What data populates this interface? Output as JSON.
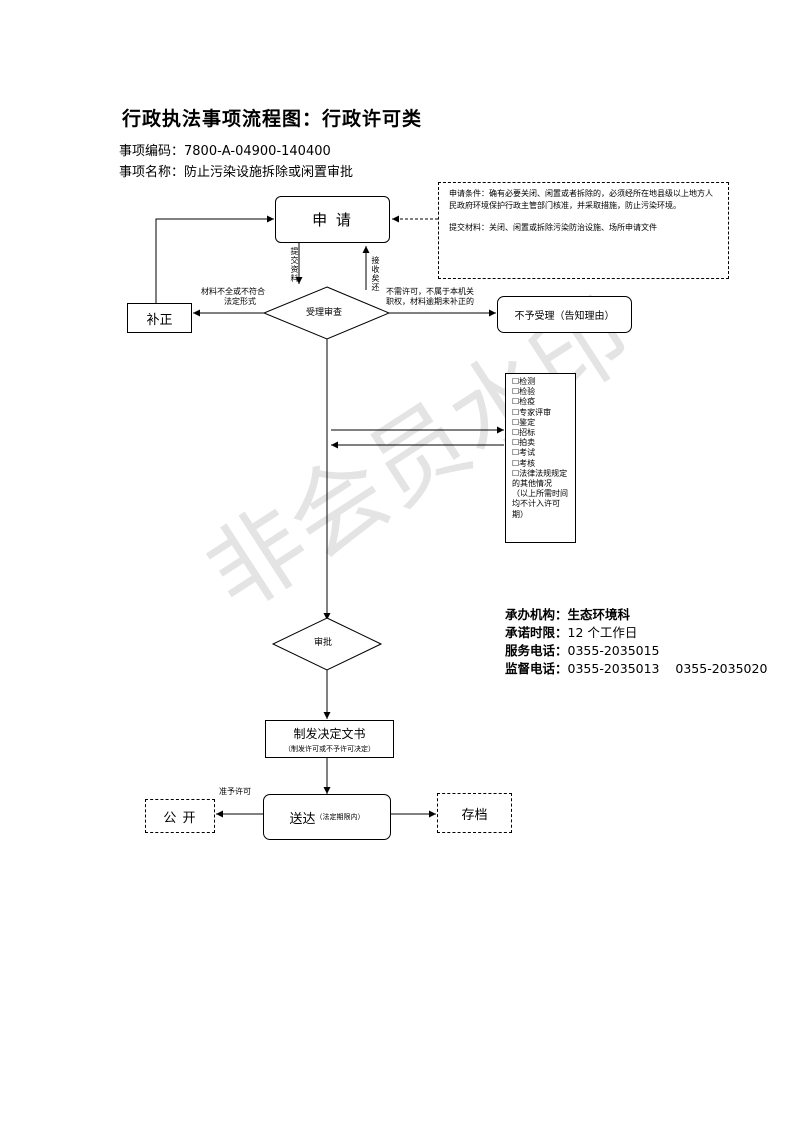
{
  "title": "行政执法事项流程图：行政许可类",
  "item_code_label": "事项编码：",
  "item_code": "7800-A-04900-140400",
  "item_name_label": "事项名称：",
  "item_name": "防止污染设施拆除或闲置审批",
  "nodes": {
    "apply": "申 请",
    "supplement": "补正",
    "review": "受理审查",
    "reject": "不予受理（告知理由）",
    "approve": "审批",
    "issue": "制发决定文书",
    "issue_sub": "（制发许可或不予许可决定）",
    "deliver": "送达",
    "deliver_sub": "（法定期限内）",
    "publish": "公 开",
    "archive": "存档"
  },
  "edge_labels": {
    "submit": "提交资料",
    "receive": "接收矣还",
    "incomplete_line1": "材料不全或不符合",
    "incomplete_line2": "法定形式",
    "not_permit_line1": "不需许可，不属于本机关",
    "not_permit_line2": "职权，材料逾期未补正的",
    "grant": "准予许可"
  },
  "conditions": {
    "requirements": "申请条件：确有必要关闭、闲置或者拆除的，必须经所在地县级以上地方人民政府环境保护行政主管部门核准，并采取措施，防止污染环境。",
    "materials": "提交材料：关闭、闲置或拆除污染防治设施、场所申请文件"
  },
  "special_procedures": [
    "☐检测",
    "☐检验",
    "☐检疫",
    "☐专家评审",
    "☐鉴定",
    "☐招标",
    "☐拍卖",
    "☐考试",
    "☐考核",
    "☐法律法规规定的其他情况",
    "（以上所需时间均不计入许可期）"
  ],
  "info": {
    "org_label": "承办机构：",
    "org": "生态环境科",
    "limit_label": "承诺时限：",
    "limit": "12 个工作日",
    "service_label": "服务电话：",
    "service": "0355-2035015",
    "supervise_label": "监督电话：",
    "supervise": "0355-2035013    0355-2035020"
  },
  "watermark": "非会员水印"
}
